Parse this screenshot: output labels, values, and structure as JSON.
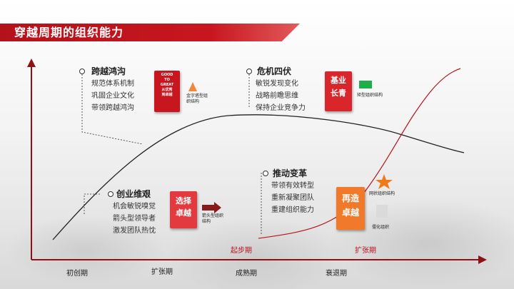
{
  "title": "穿越周期的组织能力",
  "stages": [
    "初创期",
    "扩张期",
    "成熟期",
    "衰退期"
  ],
  "phases": [
    "起步期",
    "扩张期"
  ],
  "blocks": {
    "kuayue": {
      "title": "跨越鸿沟",
      "lines": [
        "规范体系机制",
        "巩固企业文化",
        "带领跨越鸿沟"
      ]
    },
    "weijiu": {
      "title": "危机四伏",
      "lines": [
        "敏锐发现变化",
        "战略前瞻思维",
        "保持企业竞争力"
      ]
    },
    "chuangye": {
      "title": "创业维艰",
      "lines": [
        "机会敏锐嗅觉",
        "箭头型领导者",
        "激发团队热忱"
      ]
    },
    "tuidong": {
      "title": "推动变革",
      "lines": [
        "带领有效转型",
        "重新凝聚团队",
        "重建组织能力"
      ]
    }
  },
  "books": {
    "good_to_great": {
      "lines": [
        "GOOD",
        "TO",
        "GREAT",
        "从优秀",
        "到卓越"
      ]
    },
    "jiye_changqing": {
      "lines": [
        "基业",
        "长青"
      ]
    },
    "xuanze_zhuoyue": {
      "lines": [
        "选择",
        "卓越"
      ]
    },
    "zaizao_zhuoyue": {
      "lines": [
        "再造",
        "卓越"
      ]
    }
  },
  "structures": {
    "pyramid": "金字塔型组织结构",
    "rectangle": "矩型组织结构",
    "arrow": "箭头型组织结构",
    "network": "网状组织结构",
    "rigid": "僵化组织"
  },
  "colors": {
    "accent": "#c8161f",
    "axis": "#8c1218",
    "book_red": "#d9262b",
    "book_orange": "#f07a2a",
    "pyramid": "#f08a3a",
    "star": "#f07a1a",
    "rect": "#1fae4a",
    "arrow": "#8a1a1a"
  }
}
